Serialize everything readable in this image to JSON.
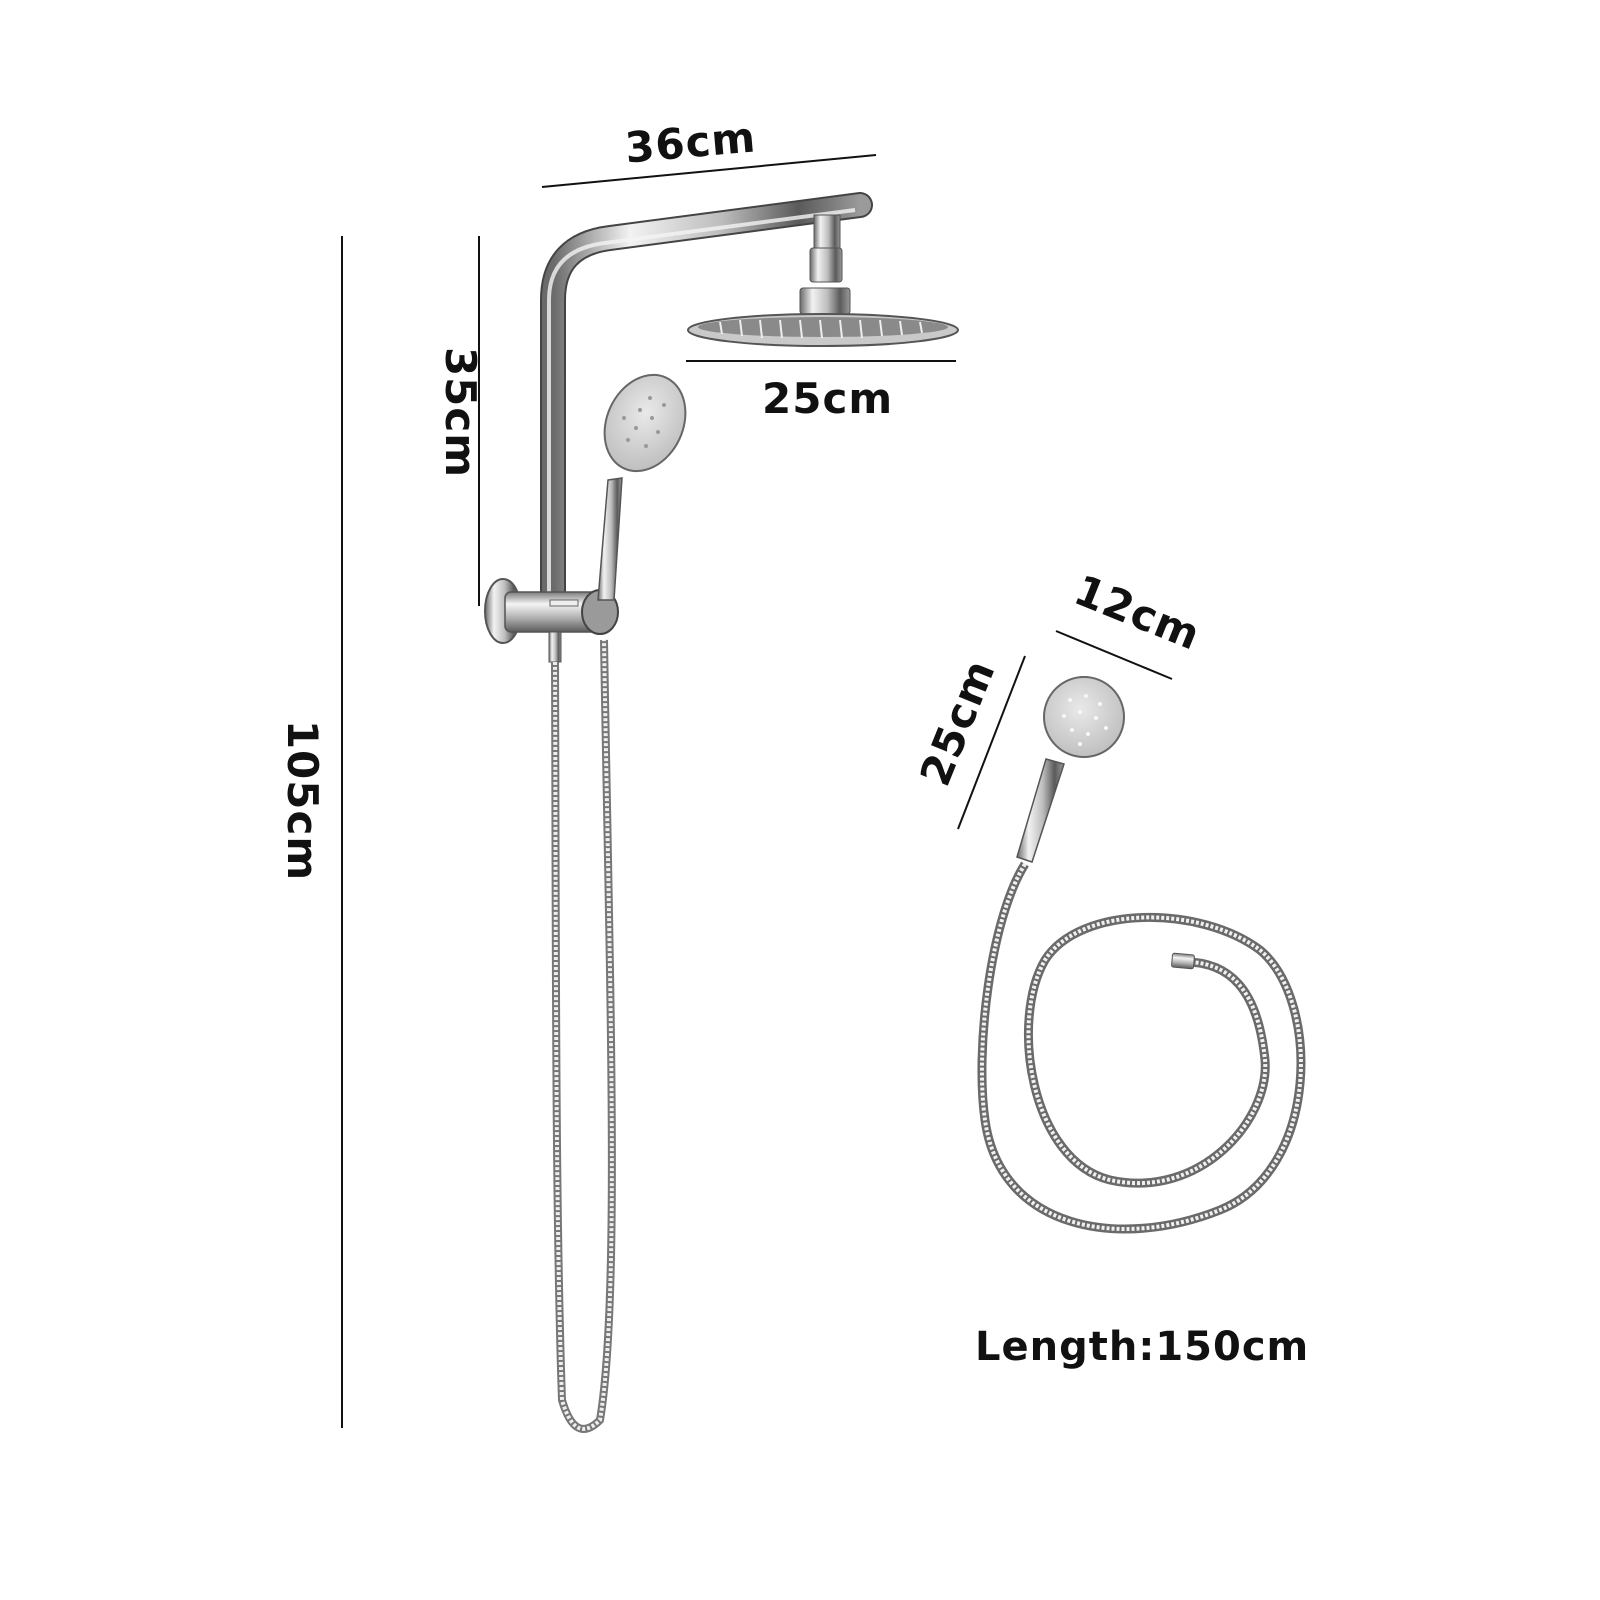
{
  "diagram": {
    "type": "product-dimension-drawing",
    "subject": "shower set",
    "main_unit": {
      "labels": {
        "total_height": "105cm",
        "riser_to_arm_height": "35cm",
        "arm_width": "36cm",
        "overhead_head_diameter": "25cm"
      }
    },
    "handheld_detail": {
      "labels": {
        "head_diameter": "12cm",
        "handset_length": "25cm",
        "hose_length": "Length:150cm"
      }
    },
    "colors": {
      "background": "#ffffff",
      "text": "#111111",
      "chrome_light": "#e6e6e6",
      "chrome_mid": "#a8a8a8",
      "chrome_dark": "#555555"
    }
  }
}
